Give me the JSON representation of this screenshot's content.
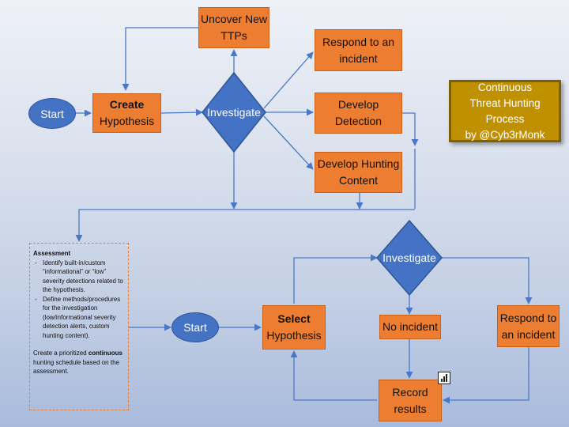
{
  "colors": {
    "process_box": "#ed7d31",
    "decision": "#4472c4",
    "connector": "#4a78c8",
    "title_box": "#bf9000"
  },
  "title": {
    "line1": "Continuous",
    "line2": "Threat Hunting Process",
    "line3": "by @Cyb3rMonk"
  },
  "top_flow": {
    "start": "Start",
    "create_hypothesis": {
      "bold": "Create",
      "rest": "Hypothesis"
    },
    "investigate": "Investigate",
    "uncover_ttps": {
      "line1": "Uncover New",
      "line2": "TTPs"
    },
    "respond_incident": {
      "line1": "Respond to an",
      "line2": "incident"
    },
    "develop_detection": {
      "line1": "Develop",
      "line2": "Detection"
    },
    "develop_hunting": {
      "line1": "Develop Hunting",
      "line2": "Content"
    }
  },
  "assessment": {
    "heading": "Assessment",
    "bullets": [
      "Identify built-in/custom “informational” or “low” severity detections related to the hypothesis.",
      "Define methods/procedures for the investigation (low/informational severity detection alerts, custom hunting content)."
    ],
    "para_before": "Create a prioritized ",
    "para_bold": "continuous",
    "para_after": " hunting schedule based on the assessment."
  },
  "bottom_flow": {
    "start": "Start",
    "select_hypothesis": {
      "bold": "Select",
      "rest": "Hypothesis"
    },
    "investigate": "Investigate",
    "no_incident": "No incident",
    "respond_incident": {
      "line1": "Respond to",
      "line2": "an incident"
    },
    "record_results": {
      "line1": "Record",
      "line2": "results"
    }
  },
  "icons": {
    "presentation": "presentation-chart-icon"
  }
}
